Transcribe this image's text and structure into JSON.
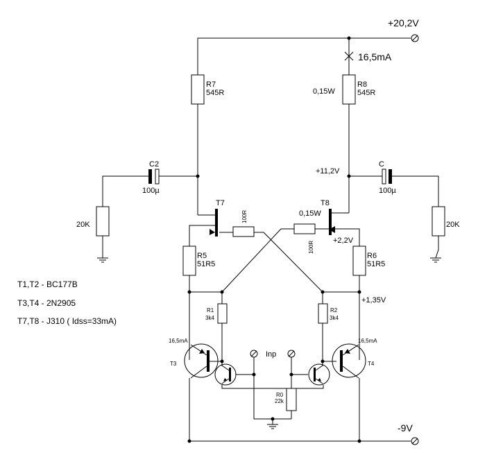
{
  "supply": {
    "positive": "+20,2V",
    "negative": "-9V"
  },
  "current": {
    "top": "16,5mA",
    "t3": "16,5mA",
    "t4": "16,5mA"
  },
  "nodes": {
    "mid_right": "+11,2V",
    "t8_source": "+2,2V",
    "r6_bottom": "+1,35V"
  },
  "resistors": {
    "r7": {
      "name": "R7",
      "value": "545R"
    },
    "r8": {
      "name": "R8",
      "value": "545R",
      "power": "0,15W"
    },
    "r5": {
      "name": "R5",
      "value": "51R5"
    },
    "r6": {
      "name": "R6",
      "value": "51R5"
    },
    "r1": {
      "name": "R1",
      "value": "3k4"
    },
    "r2": {
      "name": "R2",
      "value": "3k4"
    },
    "r0": {
      "name": "R0",
      "value": "22k"
    },
    "r_left": {
      "value": "20K"
    },
    "r_right": {
      "value": "20K"
    },
    "r_gate_left": {
      "value": "100R"
    },
    "r_gate_right": {
      "value": "100R"
    }
  },
  "capacitors": {
    "c2": {
      "name": "C2",
      "value": "100µ"
    },
    "c": {
      "name": "C",
      "value": "100µ"
    }
  },
  "transistors": {
    "t7": "T7",
    "t8": {
      "name": "T8",
      "power": "0,15W"
    },
    "t3": "T3",
    "t4": "T4"
  },
  "input_label": "Inp",
  "legend": [
    "T1,T2 - BC177B",
    "T3,T4 -  2N2905",
    "T7,T8 -  J310 ( Idss=33mA)"
  ]
}
